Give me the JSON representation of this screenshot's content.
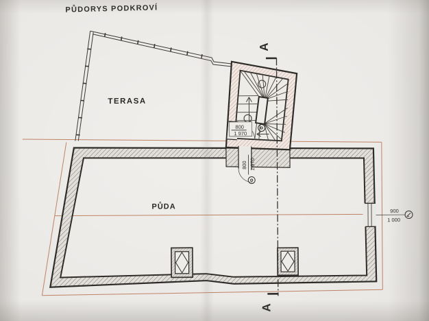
{
  "title": "PŮDORYS PODKROVÍ",
  "rooms": {
    "terrace": "TERASA",
    "attic": "PŮDA"
  },
  "section": {
    "label_top": "A",
    "label_bottom": "A"
  },
  "annotations": {
    "stair_door": {
      "width": "800",
      "height": "1 970"
    },
    "attic_door": {
      "width": "800",
      "height": "1 970"
    },
    "right_window": {
      "width": "900",
      "height": "1 000"
    }
  },
  "colors": {
    "paper": "#eae8e5",
    "ink": "#2e2c29",
    "roof_line": "#b5714f",
    "stair_hatch": "#cc9d94",
    "wall_hatch": "#7a7671"
  }
}
